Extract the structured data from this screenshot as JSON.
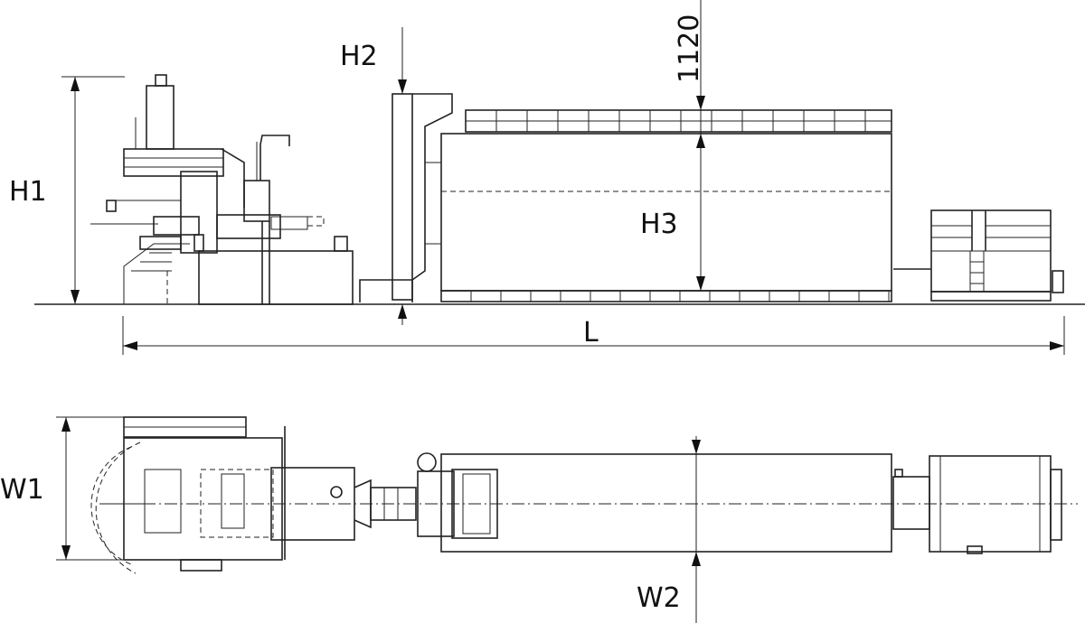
{
  "dimensions": {
    "h1": "H1",
    "h2": "H2",
    "h3": "H3",
    "dim_1120": "1120",
    "length": "L",
    "w1": "W1",
    "w2": "W2"
  },
  "colors": {
    "line": "#222222",
    "background": "#ffffff"
  }
}
